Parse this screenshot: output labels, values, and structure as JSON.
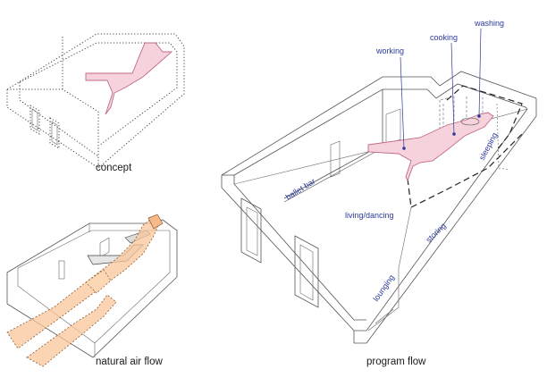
{
  "captions": {
    "concept": "concept",
    "natural_air_flow": "natural air flow",
    "program_flow": "program flow"
  },
  "program_labels": {
    "working": "working",
    "cooking": "cooking",
    "washing": "washing",
    "sleeping": "sleeping",
    "ballet_bar": "ballet bar",
    "living_dancing": "living/dancing",
    "storing": "storing",
    "lounging": "lounging"
  },
  "colors": {
    "pink_fill": "#f6d3dc",
    "pink_stroke": "#c06a86",
    "air_fill": "#f9c79a",
    "label_blue": "#2b3a9a",
    "line": "#555555"
  }
}
